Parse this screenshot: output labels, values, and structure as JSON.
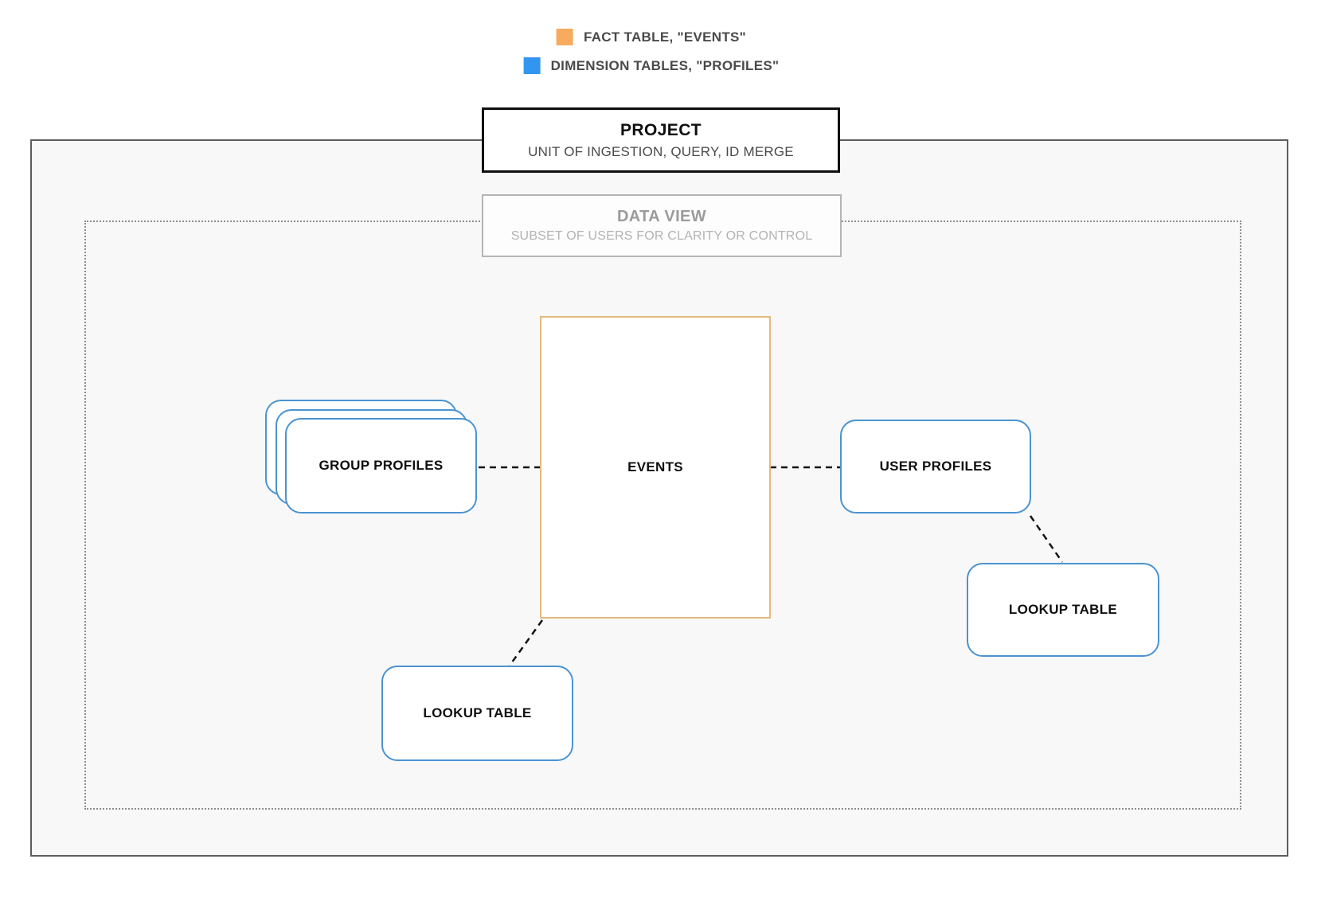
{
  "legend": {
    "items": [
      {
        "label": "FACT TABLE, \"EVENTS\"",
        "color": "#F7AB5F"
      },
      {
        "label": "DIMENSION TABLES, \"PROFILES\"",
        "color": "#3296F0"
      }
    ]
  },
  "project_box": {
    "title": "PROJECT",
    "subtitle": "UNIT OF INGESTION, QUERY, ID MERGE"
  },
  "data_view_box": {
    "title": "DATA VIEW",
    "subtitle": "SUBSET OF USERS FOR CLARITY OR CONTROL"
  },
  "nodes": {
    "events": {
      "label": "EVENTS",
      "type": "fact"
    },
    "group_profiles": {
      "label": "GROUP PROFILES",
      "type": "dimension",
      "stacked": true
    },
    "user_profiles": {
      "label": "USER PROFILES",
      "type": "dimension"
    },
    "lookup_table_right": {
      "label": "LOOKUP TABLE",
      "type": "dimension"
    },
    "lookup_table_bottom": {
      "label": "LOOKUP TABLE",
      "type": "dimension"
    }
  },
  "connections": [
    {
      "from": "group_profiles",
      "to": "events",
      "style": "dashed"
    },
    {
      "from": "events",
      "to": "user_profiles",
      "style": "dashed"
    },
    {
      "from": "user_profiles",
      "to": "lookup_table_right",
      "style": "dashed"
    },
    {
      "from": "events",
      "to": "lookup_table_bottom",
      "style": "dashed"
    }
  ],
  "colors": {
    "fact_legend": "#F7AB5F",
    "dimension_legend": "#3296F0",
    "fact_border": "#E5B87E",
    "dimension_border": "#4B93D1",
    "project_fill": "#F8F8F9",
    "project_border": "#5E5E5E",
    "dataview_border_dotted": "#8E8E8E",
    "connector": "#141414"
  }
}
